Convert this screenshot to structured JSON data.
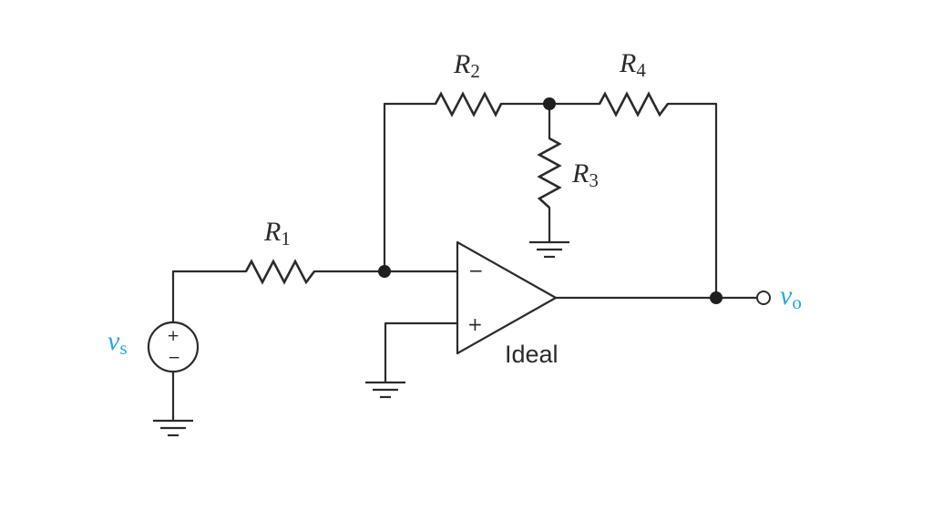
{
  "labels": {
    "r1": {
      "main": "R",
      "sub": "1"
    },
    "r2": {
      "main": "R",
      "sub": "2"
    },
    "r3": {
      "main": "R",
      "sub": "3"
    },
    "r4": {
      "main": "R",
      "sub": "4"
    },
    "vs": {
      "main": "v",
      "sub": "s"
    },
    "vo": {
      "main": "v",
      "sub": "o"
    }
  },
  "opamp": {
    "label": "Ideal",
    "inverting_sign": "−",
    "noninverting_sign": "+"
  },
  "source": {
    "plus_sign": "+",
    "minus_sign": "−"
  },
  "colors": {
    "wire": "#2b2b2b",
    "signal_label": "#2aa7dd"
  }
}
